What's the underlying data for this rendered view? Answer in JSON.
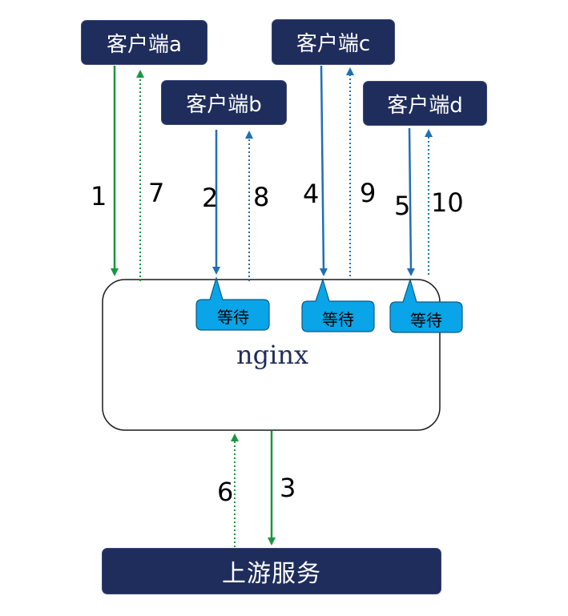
{
  "clients": [
    {
      "id": "a",
      "label": "客户端a"
    },
    {
      "id": "b",
      "label": "客户端b"
    },
    {
      "id": "c",
      "label": "客户端c"
    },
    {
      "id": "d",
      "label": "客户端d"
    }
  ],
  "nginx": {
    "label": "nginx"
  },
  "upstream": {
    "label": "上游服务"
  },
  "wait_label": "等待",
  "steps": {
    "s1": "1",
    "s2": "2",
    "s3": "3",
    "s4": "4",
    "s5": "5",
    "s6": "6",
    "s7": "7",
    "s8": "8",
    "s9": "9",
    "s10": "10"
  },
  "colors": {
    "box_fill": "#1f2d5c",
    "green_arrow": "#1a9641",
    "blue_arrow": "#1f6fb5",
    "wait_fill": "#0aa4e8",
    "wait_border": "#0d5b86"
  }
}
